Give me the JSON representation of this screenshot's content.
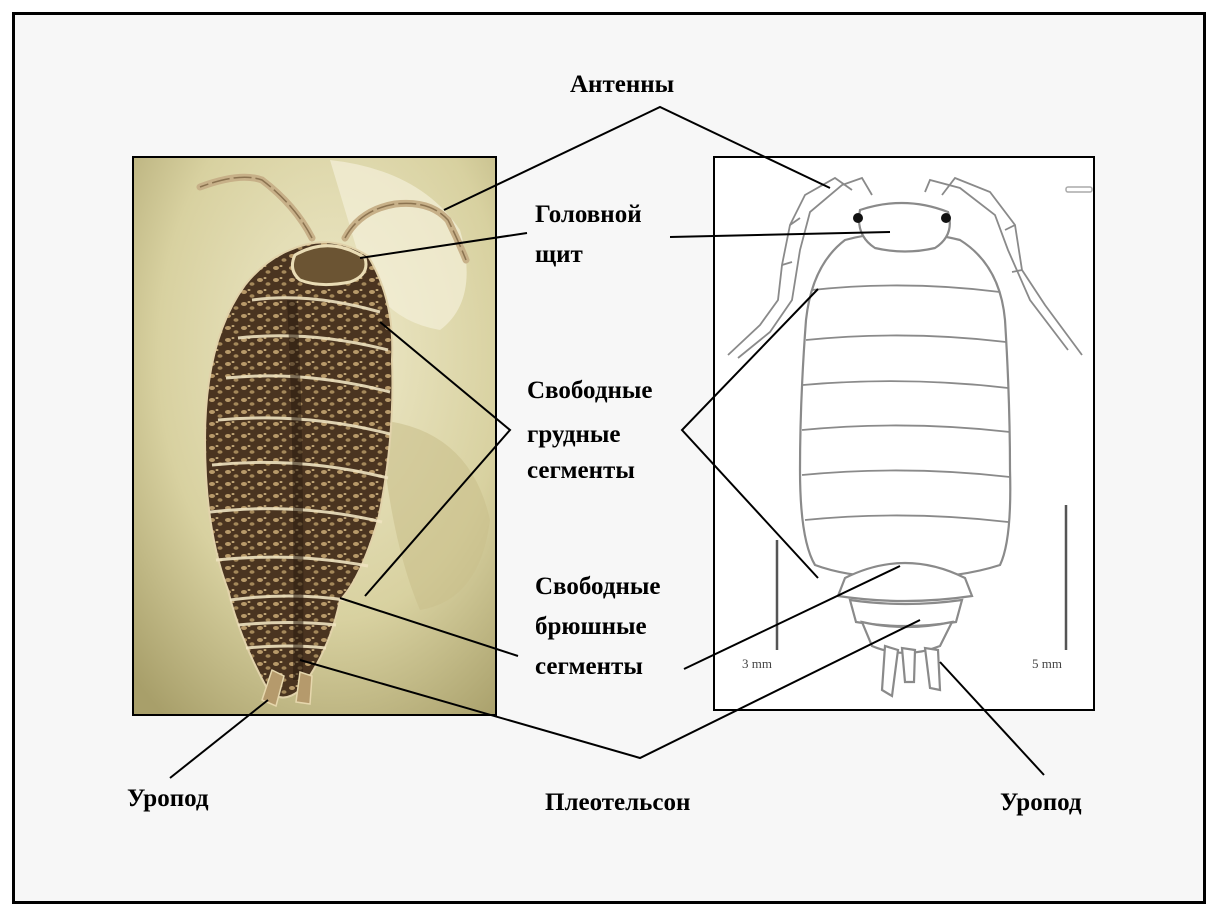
{
  "labels": {
    "antennae": "Антенны",
    "head_shield_line1": "Головной",
    "head_shield_line2": "щит",
    "thoracic_line1": "Свободные",
    "thoracic_line2": "грудные",
    "thoracic_line3": "сегменты",
    "abdominal_line1": "Свободные",
    "abdominal_line2": "брюшные",
    "abdominal_line3": "сегменты",
    "uropod_left": "Уропод",
    "pleotelson": "Плеотельсон",
    "uropod_right": "Уропод"
  },
  "scale_bars": {
    "left": "3 mm",
    "right": "5 mm"
  },
  "colors": {
    "frame_border": "#000000",
    "background": "#f7f7f7",
    "photo_bg": "#d9d3a2",
    "insect_dark": "#3b2a18",
    "insect_light": "#c8b48a",
    "drawing_stroke": "#8a8a8a"
  }
}
